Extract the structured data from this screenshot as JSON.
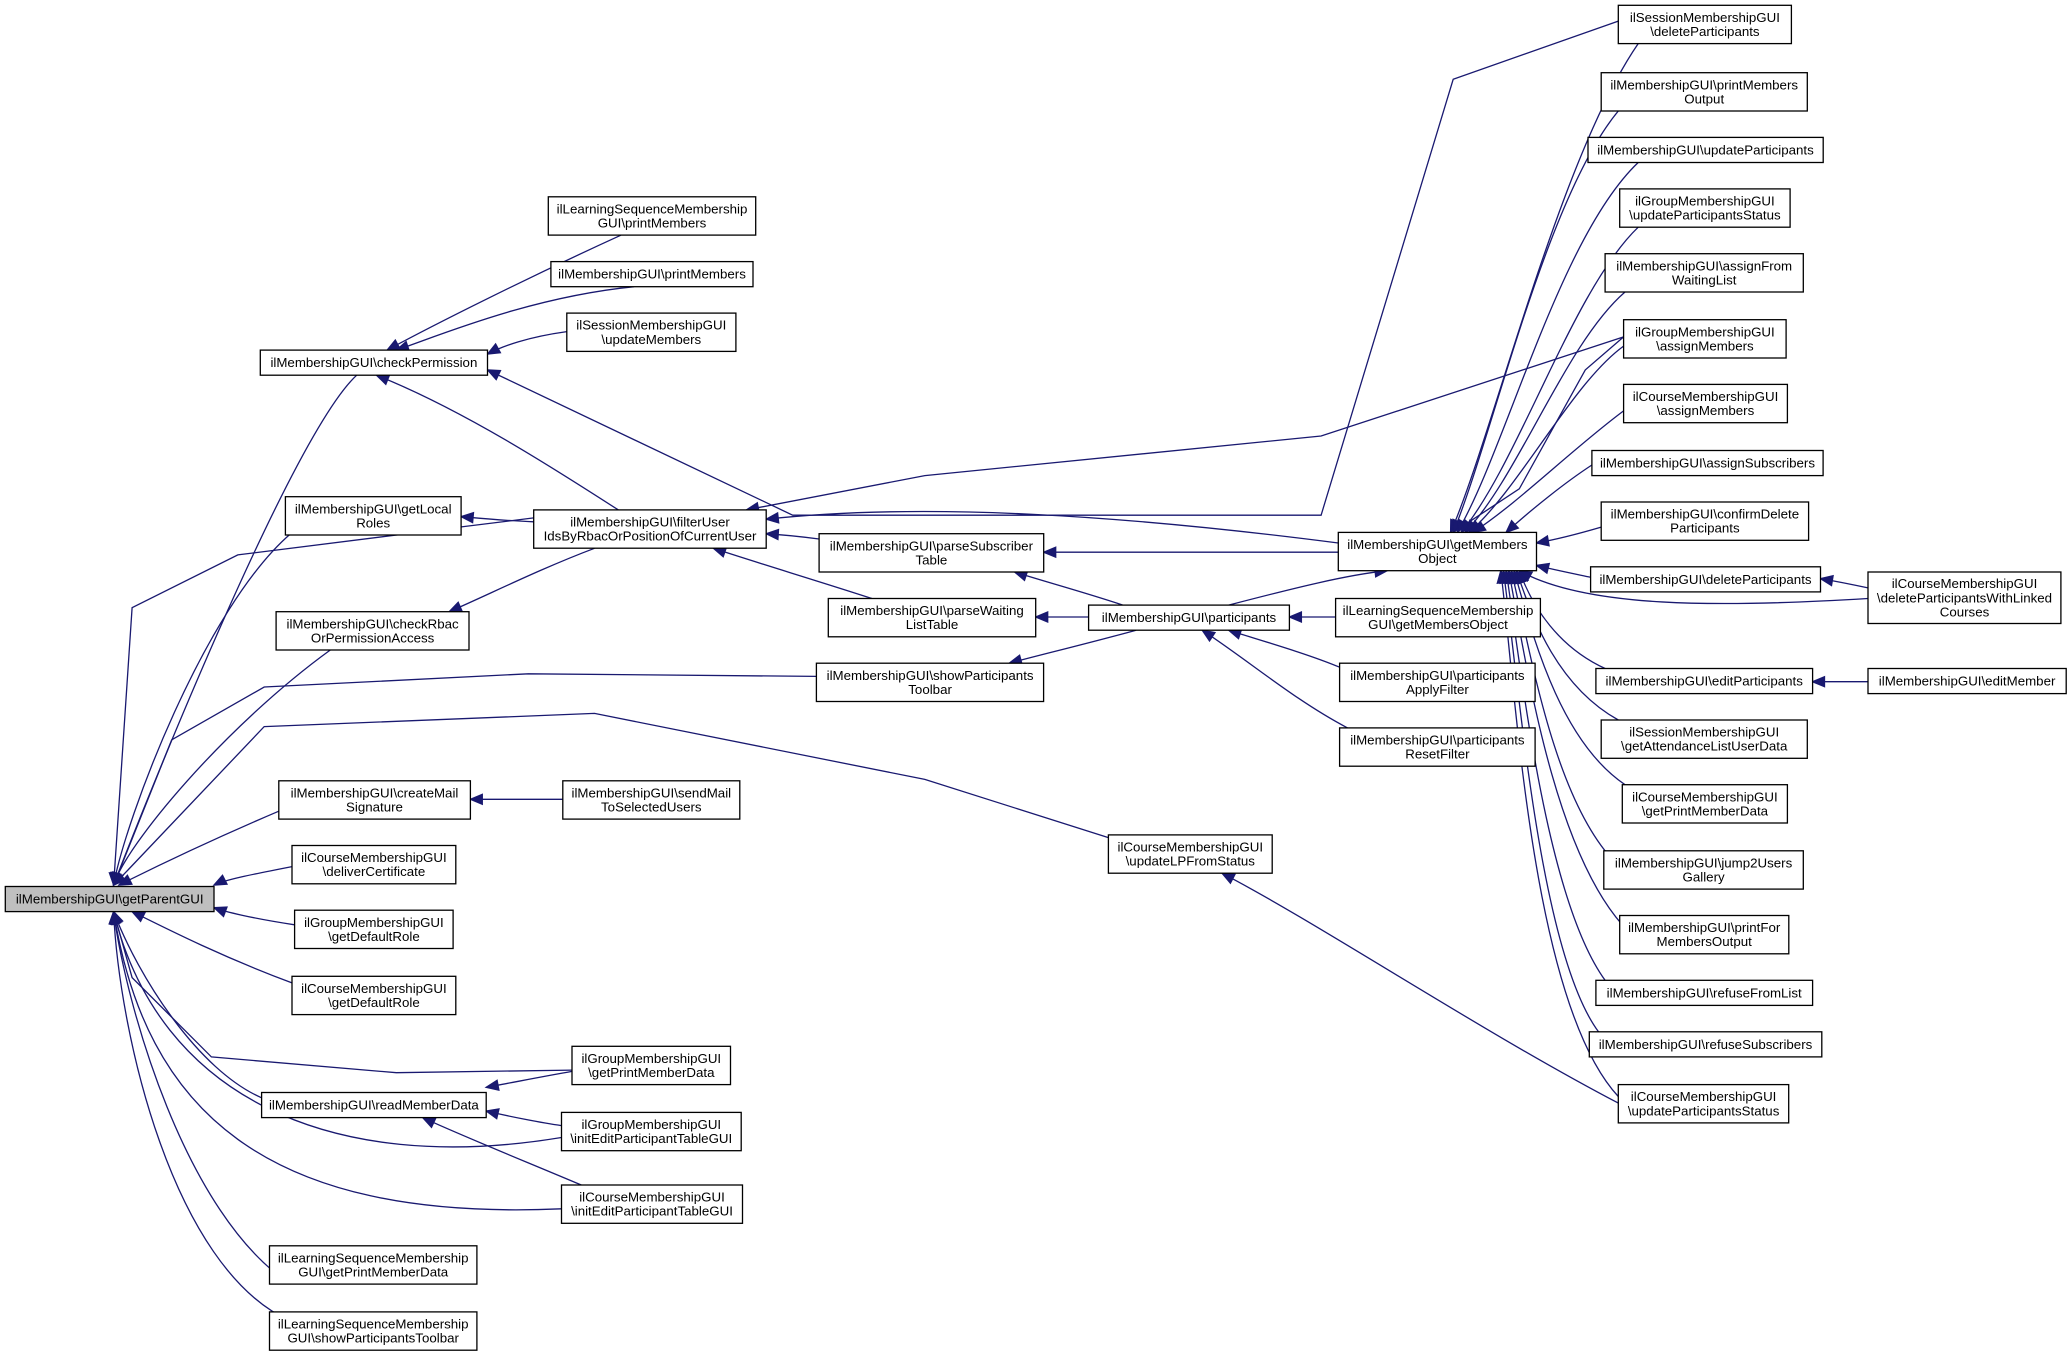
{
  "colors": {
    "edge": "#191970",
    "highlight_fill": "#bfbfbf",
    "node_stroke": "#000000"
  },
  "nodes": {
    "root": [
      "ilMembershipGUI\\getParentGUI"
    ],
    "checkPermission": [
      "ilMembershipGUI\\checkPermission"
    ],
    "getLocalRoles": [
      "ilMembershipGUI\\getLocal",
      "Roles"
    ],
    "checkRbac": [
      "ilMembershipGUI\\checkRbac",
      "OrPermissionAccess"
    ],
    "createMailSig": [
      "ilMembershipGUI\\createMail",
      "Signature"
    ],
    "deliverCert": [
      "ilCourseMembershipGUI",
      "\\deliverCertificate"
    ],
    "grpDefaultRole": [
      "ilGroupMembershipGUI",
      "\\getDefaultRole"
    ],
    "crsDefaultRole": [
      "ilCourseMembershipGUI",
      "\\getDefaultRole"
    ],
    "readMemberData": [
      "ilMembershipGUI\\readMemberData"
    ],
    "lsPrintMemberData": [
      "ilLearningSequenceMembership",
      "GUI\\getPrintMemberData"
    ],
    "lsShowToolbar": [
      "ilLearningSequenceMembership",
      "GUI\\showParticipantsToolbar"
    ],
    "lsPrintMembers": [
      "ilLearningSequenceMembership",
      "GUI\\printMembers"
    ],
    "printMembers": [
      "ilMembershipGUI\\printMembers"
    ],
    "sessUpdateMembers": [
      "ilSessionMembershipGUI",
      "\\updateMembers"
    ],
    "filterUser": [
      "ilMembershipGUI\\filterUser",
      "IdsByRbacOrPositionOfCurrentUser"
    ],
    "sendMail": [
      "ilMembershipGUI\\sendMail",
      "ToSelectedUsers"
    ],
    "grpPrintMemberData": [
      "ilGroupMembershipGUI",
      "\\getPrintMemberData"
    ],
    "grpInitEdit": [
      "ilGroupMembershipGUI",
      "\\initEditParticipantTableGUI"
    ],
    "crsInitEdit": [
      "ilCourseMembershipGUI",
      "\\initEditParticipantTableGUI"
    ],
    "parseSubscriber": [
      "ilMembershipGUI\\parseSubscriber",
      "Table"
    ],
    "parseWaiting": [
      "ilMembershipGUI\\parseWaiting",
      "ListTable"
    ],
    "showToolbar": [
      "ilMembershipGUI\\showParticipants",
      "Toolbar"
    ],
    "updateLP": [
      "ilCourseMembershipGUI",
      "\\updateLPFromStatus"
    ],
    "participants": [
      "ilMembershipGUI\\participants"
    ],
    "getMembersObject": [
      "ilMembershipGUI\\getMembers",
      "Object"
    ],
    "lsGetMembersObject": [
      "ilLearningSequenceMembership",
      "GUI\\getMembersObject"
    ],
    "partApplyFilter": [
      "ilMembershipGUI\\participants",
      "ApplyFilter"
    ],
    "partResetFilter": [
      "ilMembershipGUI\\participants",
      "ResetFilter"
    ],
    "sessDeleteParticipants": [
      "ilSessionMembershipGUI",
      "\\deleteParticipants"
    ],
    "printMembersOutput": [
      "ilMembershipGUI\\printMembers",
      "Output"
    ],
    "updateParticipants": [
      "ilMembershipGUI\\updateParticipants"
    ],
    "grpUpdatePartStatus": [
      "ilGroupMembershipGUI",
      "\\updateParticipantsStatus"
    ],
    "assignFromWaiting": [
      "ilMembershipGUI\\assignFrom",
      "WaitingList"
    ],
    "grpAssignMembers": [
      "ilGroupMembershipGUI",
      "\\assignMembers"
    ],
    "crsAssignMembers": [
      "ilCourseMembershipGUI",
      "\\assignMembers"
    ],
    "assignSubscribers": [
      "ilMembershipGUI\\assignSubscribers"
    ],
    "confirmDelete": [
      "ilMembershipGUI\\confirmDelete",
      "Participants"
    ],
    "deleteParticipants": [
      "ilMembershipGUI\\deleteParticipants"
    ],
    "editParticipants": [
      "ilMembershipGUI\\editParticipants"
    ],
    "sessAttendance": [
      "ilSessionMembershipGUI",
      "\\getAttendanceListUserData"
    ],
    "crsPrintMemberData": [
      "ilCourseMembershipGUI",
      "\\getPrintMemberData"
    ],
    "jump2Users": [
      "ilMembershipGUI\\jump2Users",
      "Gallery"
    ],
    "printForMembers": [
      "ilMembershipGUI\\printFor",
      "MembersOutput"
    ],
    "refuseFromList": [
      "ilMembershipGUI\\refuseFromList"
    ],
    "refuseSubscribers": [
      "ilMembershipGUI\\refuseSubscribers"
    ],
    "crsUpdatePartStatus": [
      "ilCourseMembershipGUI",
      "\\updateParticipantsStatus"
    ],
    "crsDeleteLinked": [
      "ilCourseMembershipGUI",
      "\\deleteParticipantsWithLinked",
      "Courses"
    ],
    "editMember": [
      "ilMembershipGUI\\editMember"
    ]
  }
}
